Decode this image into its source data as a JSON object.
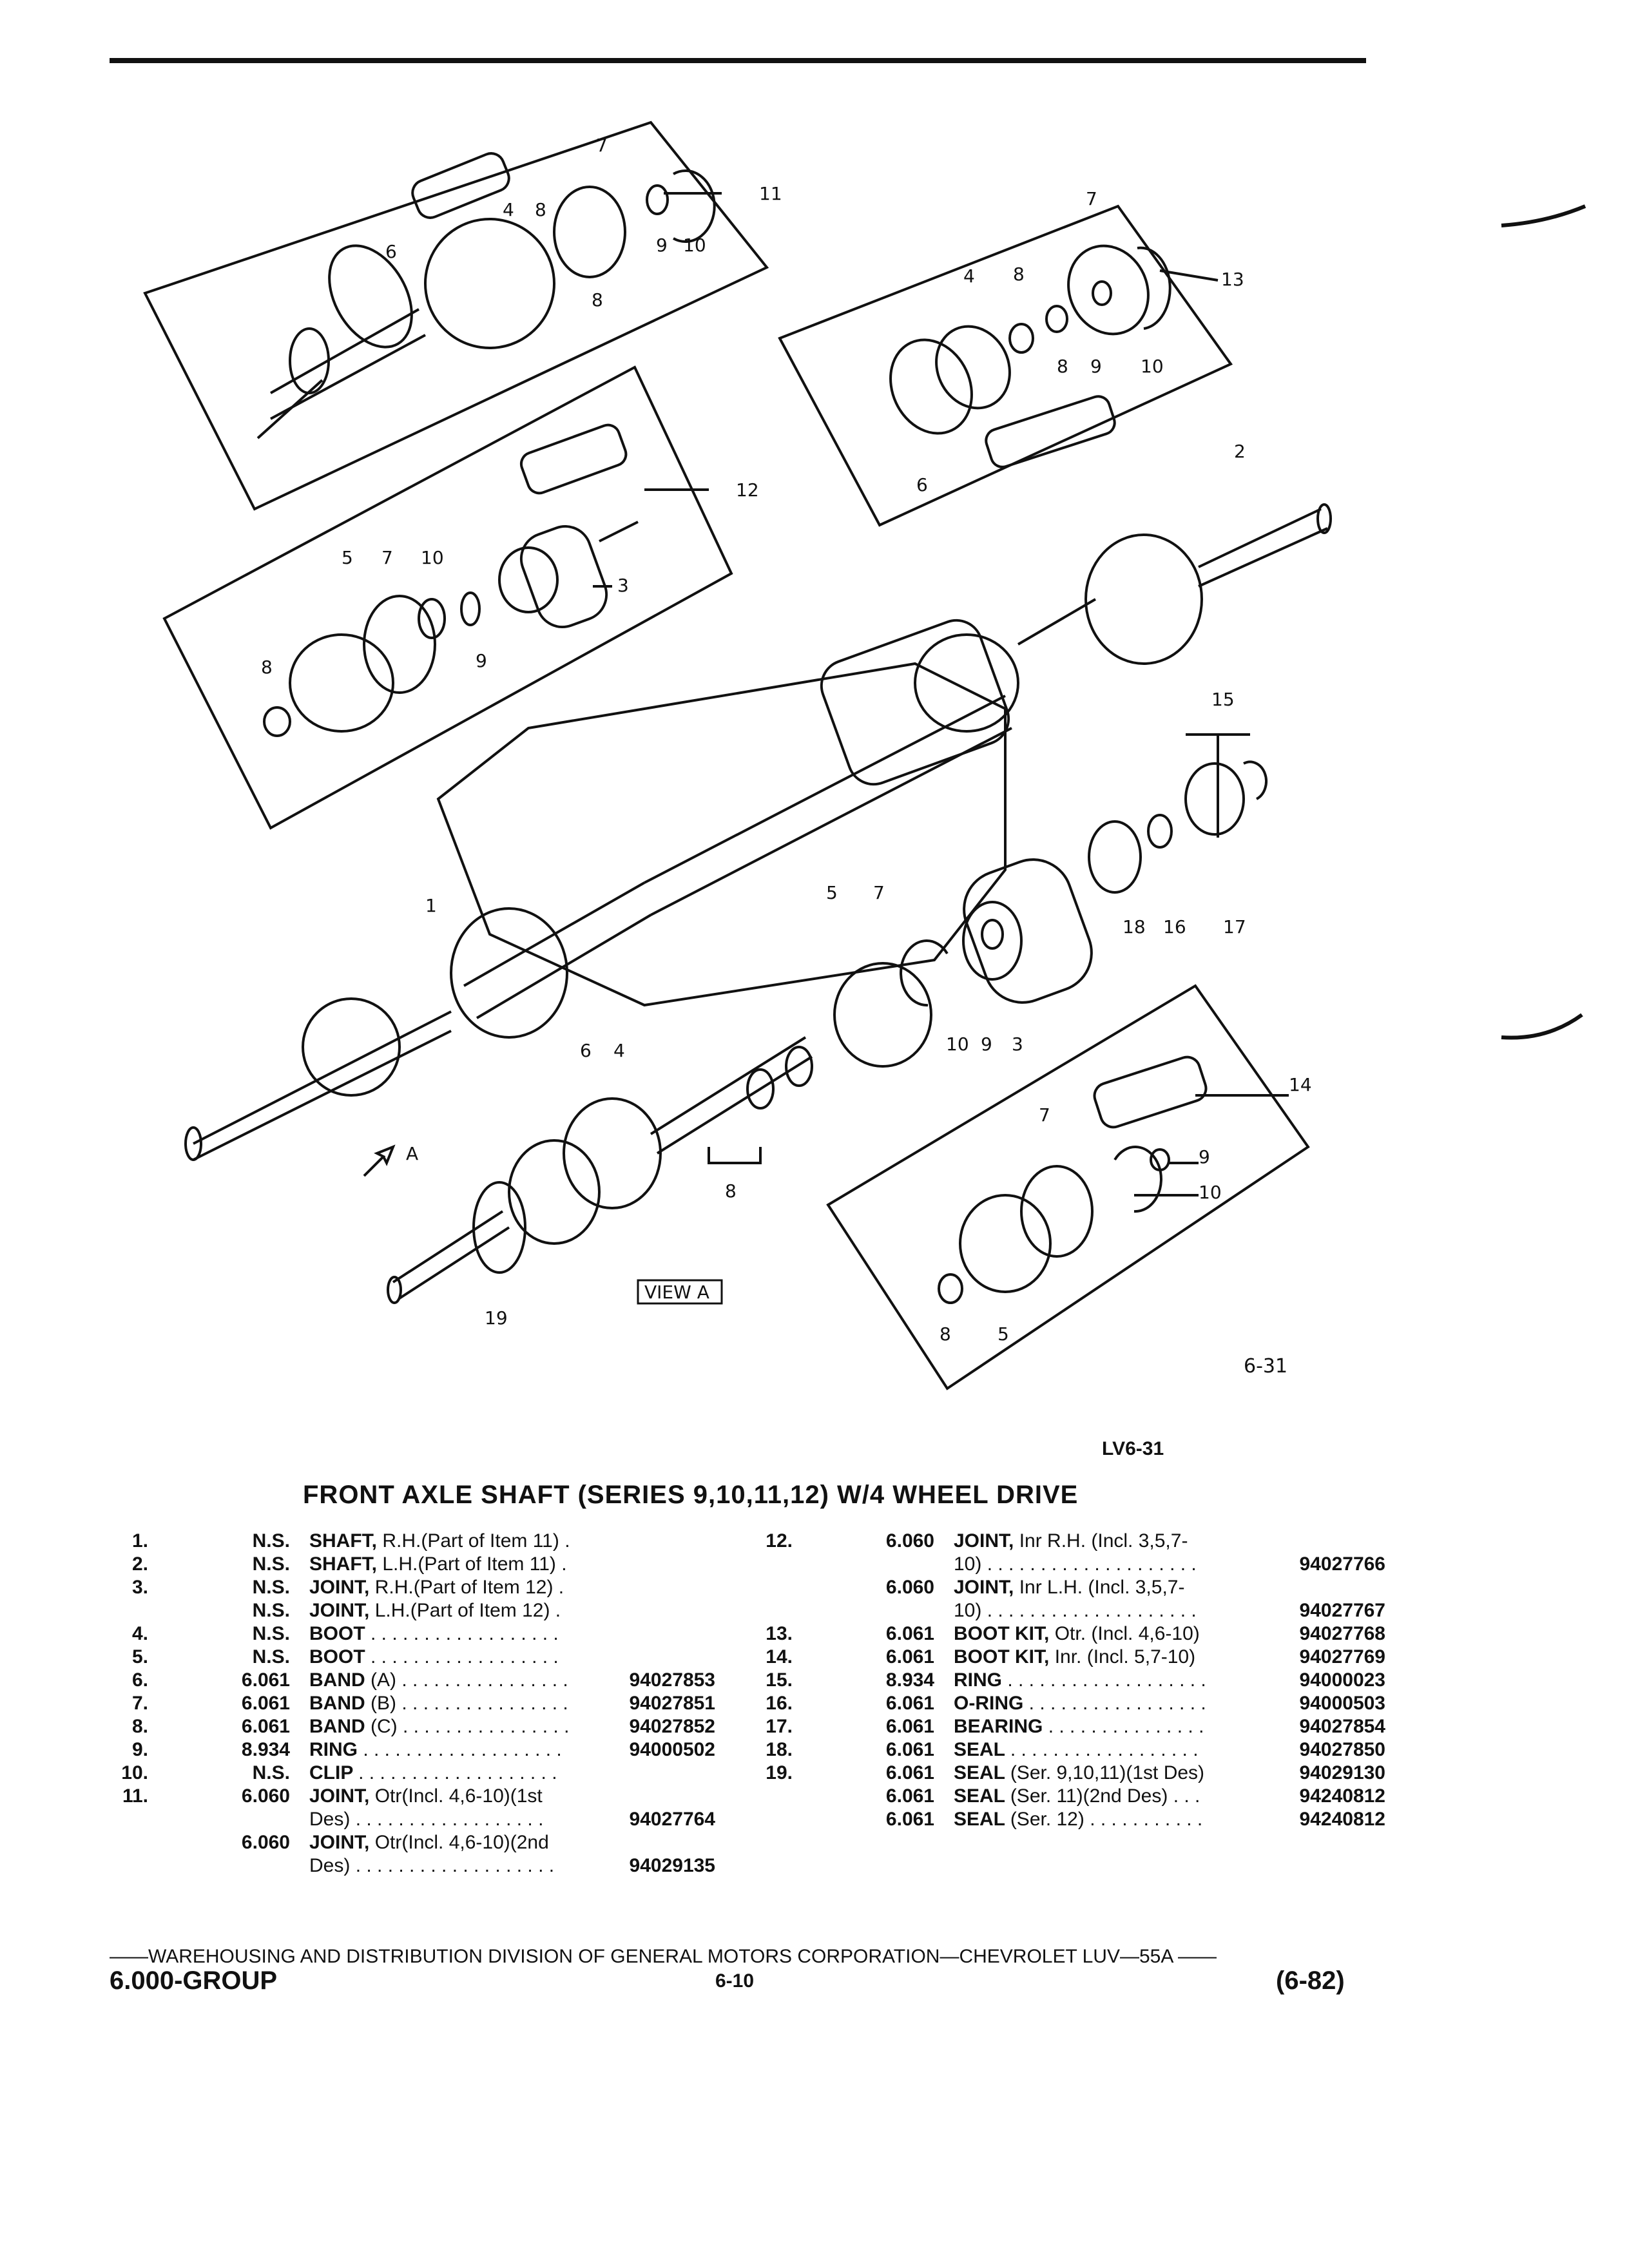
{
  "figure": {
    "reference": "6-31",
    "id": "LV6-31",
    "view_label": "VIEW A",
    "view_arrow_label": "A",
    "callouts": {
      "c1": "1",
      "c2": "2",
      "c3a": "3",
      "c3b": "3",
      "c4a": "4",
      "c4b": "4",
      "c4c": "4",
      "c5a": "5",
      "c5b": "5",
      "c5c": "5",
      "c6a": "6",
      "c6b": "6",
      "c6c": "6",
      "c7a": "7",
      "c7b": "7",
      "c7c": "7",
      "c7d": "7",
      "c7e": "7",
      "c8a": "8",
      "c8b": "8",
      "c8c": "8",
      "c8d": "8",
      "c8e": "8",
      "c8f": "8",
      "c8g": "8",
      "c9a": "9",
      "c9b": "9",
      "c9c": "9",
      "c9d": "9",
      "c9e": "9",
      "c10a": "10",
      "c10b": "10",
      "c10c": "10",
      "c10d": "10",
      "c10e": "10",
      "c11": "11",
      "c12": "12",
      "c13": "13",
      "c14": "14",
      "c15": "15",
      "c16": "16",
      "c17": "17",
      "c18": "18",
      "c19": "19"
    }
  },
  "catalog": {
    "title": "FRONT AXLE SHAFT (SERIES 9,10,11,12) W/4 WHEEL DRIVE",
    "left_items": [
      {
        "num": "1.",
        "group": "N.S.",
        "name": "SHAFT,",
        "detail": "R.H.(Part of Item 11) .",
        "part": ""
      },
      {
        "num": "2.",
        "group": "N.S.",
        "name": "SHAFT,",
        "detail": "L.H.(Part of Item 11) .",
        "part": ""
      },
      {
        "num": "3.",
        "group": "N.S.",
        "name": "JOINT,",
        "detail": "R.H.(Part of Item 12) .",
        "part": ""
      },
      {
        "num": "",
        "group": "N.S.",
        "name": "JOINT,",
        "detail": "L.H.(Part of Item 12) .",
        "part": ""
      },
      {
        "num": "4.",
        "group": "N.S.",
        "name": "BOOT",
        "detail": "",
        "dots": ". . . . . . . . . . . . . . . . . .",
        "part": ""
      },
      {
        "num": "5.",
        "group": "N.S.",
        "name": "BOOT",
        "detail": "",
        "dots": ". . . . . . . . . . . . . . . . . .",
        "part": ""
      },
      {
        "num": "6.",
        "group": "6.061",
        "name": "BAND",
        "detail": "(A)",
        "dots": ". . . . . . . . . . . . . . . .",
        "part": "94027853"
      },
      {
        "num": "7.",
        "group": "6.061",
        "name": "BAND",
        "detail": "(B)",
        "dots": ". . . . . . . . . . . . . . . .",
        "part": "94027851"
      },
      {
        "num": "8.",
        "group": "6.061",
        "name": "BAND",
        "detail": "(C)",
        "dots": ". . . . . . . . . . . . . . . .",
        "part": "94027852"
      },
      {
        "num": "9.",
        "group": "8.934",
        "name": "RING",
        "detail": "",
        "dots": ". . . . . . . . . . . . . . . . . . .",
        "part": "94000502"
      },
      {
        "num": "10.",
        "group": "N.S.",
        "name": "CLIP",
        "detail": "",
        "dots": ". . . . . . . . . . . . . . . . . . .",
        "part": ""
      },
      {
        "num": "11.",
        "group": "6.060",
        "name": "JOINT,",
        "detail": "Otr(Incl. 4,6-10)(1st",
        "part": ""
      },
      {
        "num": "",
        "group": "",
        "name": "",
        "detail": "Des)",
        "dots": ". . . . . . . . . . . . . . . . . .",
        "part": "94027764"
      },
      {
        "num": "",
        "group": "6.060",
        "name": "JOINT,",
        "detail": "Otr(Incl. 4,6-10)(2nd",
        "part": ""
      },
      {
        "num": "",
        "group": "",
        "name": "",
        "detail": "Des)",
        "dots": ". . . . . . . . . . . . . . . . . . .",
        "part": "94029135"
      }
    ],
    "right_items": [
      {
        "num": "12.",
        "group": "6.060",
        "name": "JOINT,",
        "detail": "Inr R.H. (Incl. 3,5,7-",
        "part": ""
      },
      {
        "num": "",
        "group": "",
        "name": "",
        "detail": "10)",
        "dots": ". . . . . . . . . . . . . . . . . . . .",
        "part": "94027766"
      },
      {
        "num": "",
        "group": "6.060",
        "name": "JOINT,",
        "detail": "Inr L.H. (Incl. 3,5,7-",
        "part": ""
      },
      {
        "num": "",
        "group": "",
        "name": "",
        "detail": "10)",
        "dots": ". . . . . . . . . . . . . . . . . . . .",
        "part": "94027767"
      },
      {
        "num": "13.",
        "group": "6.061",
        "name": "BOOT KIT,",
        "detail": "Otr. (Incl. 4,6-10)",
        "part": "94027768"
      },
      {
        "num": "14.",
        "group": "6.061",
        "name": "BOOT KIT,",
        "detail": "Inr. (Incl. 5,7-10)",
        "part": "94027769"
      },
      {
        "num": "15.",
        "group": "8.934",
        "name": "RING",
        "detail": "",
        "dots": ". . . . . . . . . . . . . . . . . . .",
        "part": "94000023"
      },
      {
        "num": "16.",
        "group": "6.061",
        "name": "O-RING",
        "detail": "",
        "dots": ". . . . . . . . . . . . . . . . .",
        "part": "94000503"
      },
      {
        "num": "17.",
        "group": "6.061",
        "name": "BEARING",
        "detail": "",
        "dots": ". . . . . . . . . . . . . . .",
        "part": "94027854"
      },
      {
        "num": "18.",
        "group": "6.061",
        "name": "SEAL",
        "detail": "",
        "dots": ". . . . . . . . . . . . . . . . . .",
        "part": "94027850"
      },
      {
        "num": "19.",
        "group": "6.061",
        "name": "SEAL",
        "detail": "(Ser. 9,10,11)(1st Des)",
        "part": "94029130"
      },
      {
        "num": "",
        "group": "6.061",
        "name": "SEAL",
        "detail": "(Ser. 11)(2nd Des)",
        "dots": ". . .",
        "part": "94240812"
      },
      {
        "num": "",
        "group": "6.061",
        "name": "SEAL",
        "detail": "(Ser. 12)",
        "dots": ". . . . . . . . . . .",
        "part": "94240812"
      }
    ]
  },
  "footer": {
    "line": "——WAREHOUSING AND DISTRIBUTION  DIVISION OF GENERAL MOTORS CORPORATION—CHEVROLET LUV—55A  ——",
    "group": "6.000-GROUP",
    "page": "6-10",
    "date": "(6-82)"
  }
}
